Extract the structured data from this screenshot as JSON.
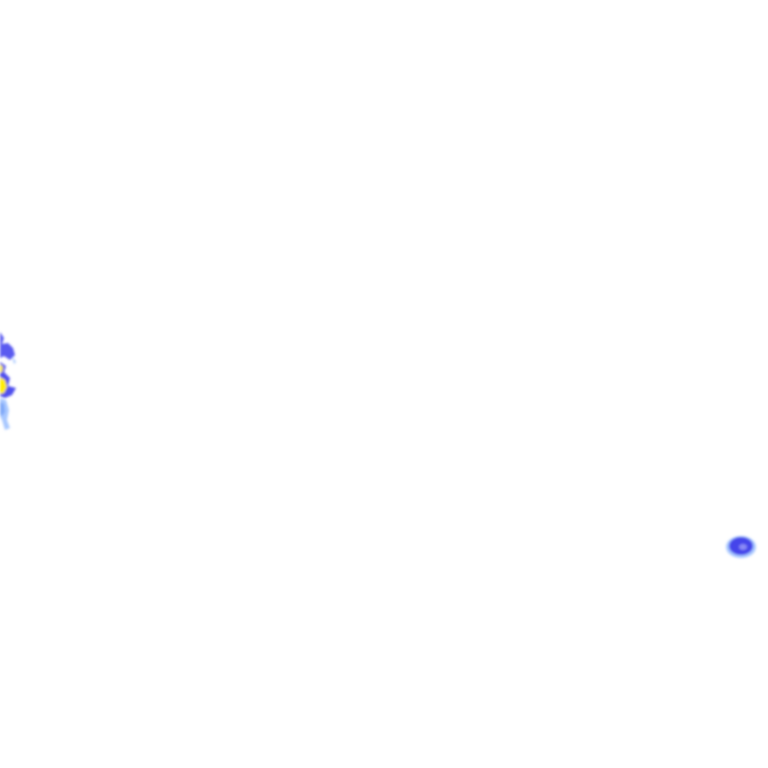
{
  "map": {
    "type": "precipitation-radar-tile",
    "background": "#ffffff",
    "colors": {
      "light": "#a8c8ff",
      "moderate": "#5a5af0",
      "heavy": "#3030e0",
      "intense": "#ffee00"
    },
    "echoes": [
      {
        "area": "left-edge-cluster",
        "intensity": "intense"
      },
      {
        "area": "right-cell",
        "intensity": "heavy"
      }
    ]
  }
}
